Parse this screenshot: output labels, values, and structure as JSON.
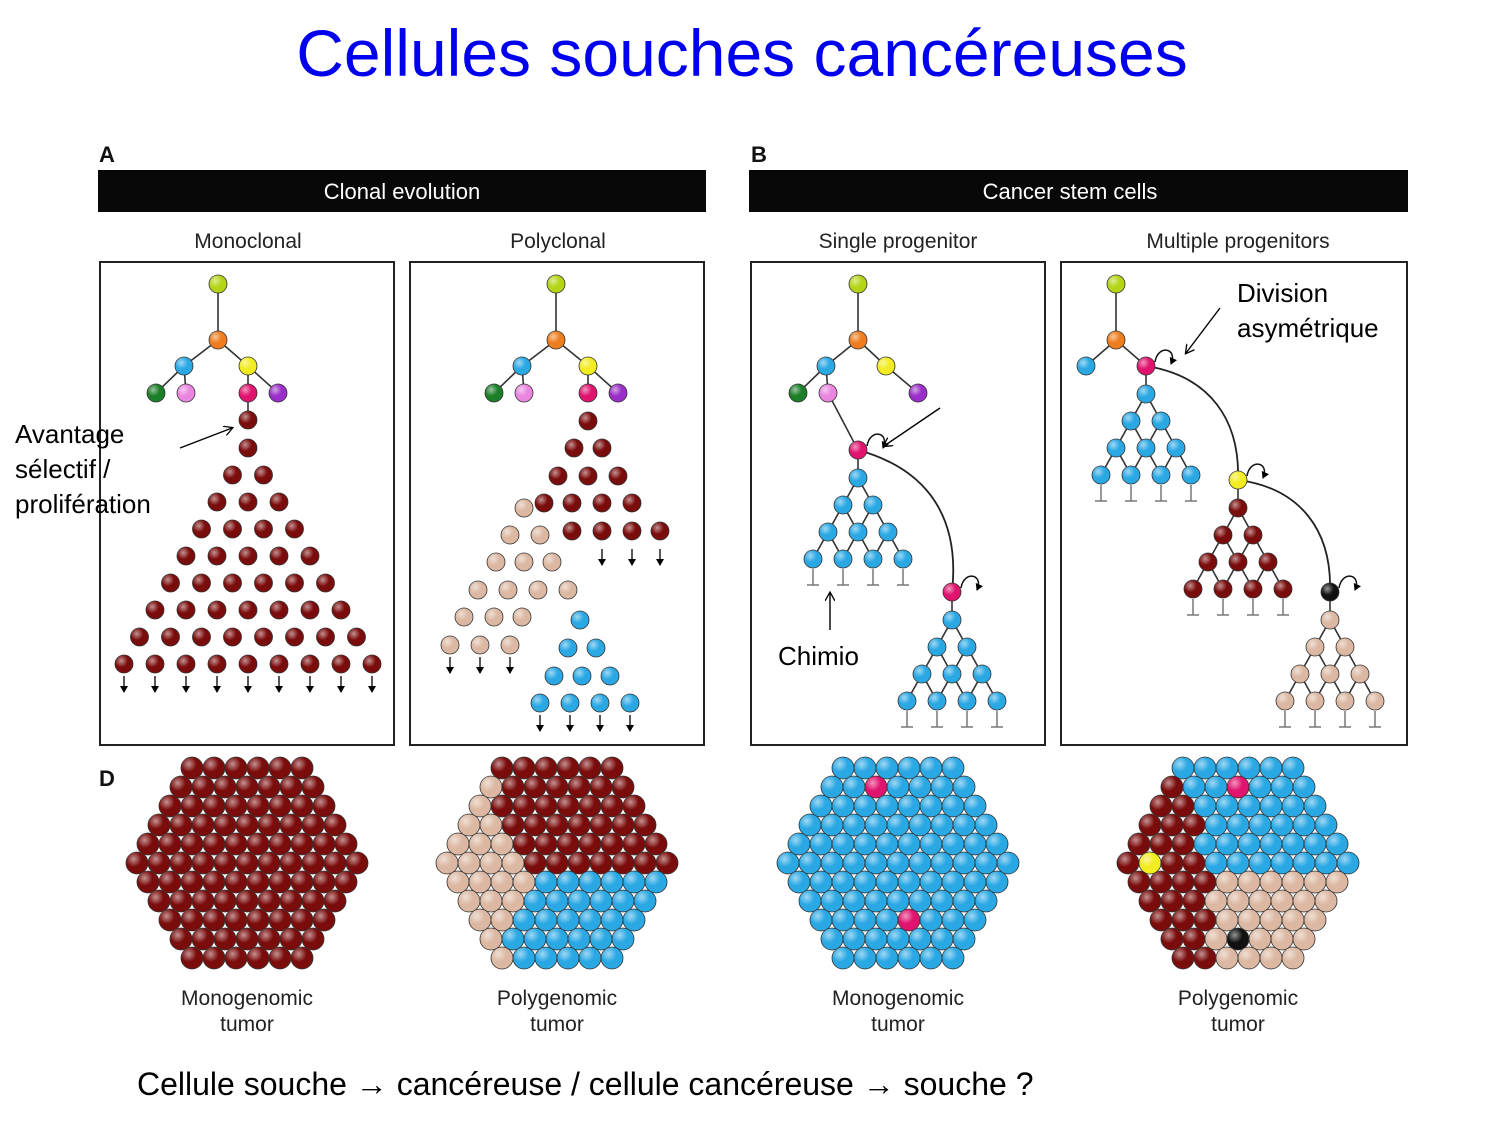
{
  "slide": {
    "title": "Cellules souches cancéreuses",
    "footer": "Cellule souche → cancéreuse / cellule cancéreuse → souche ?"
  },
  "colors": {
    "title": "#0000ee",
    "dark_red": "#7b0c0c",
    "tan": "#dcb8a2",
    "blue": "#2aa8e4",
    "magenta": "#e0136e",
    "lime": "#b4d515",
    "orange": "#ef7d1e",
    "yellow": "#f2ec20",
    "green": "#1b7e28",
    "pink": "#ea86e0",
    "purple": "#9b2ec8",
    "black": "#111111"
  },
  "figure": {
    "panel_a": {
      "letter": "A",
      "header": "Clonal evolution",
      "columns": [
        "Monoclonal",
        "Polyclonal"
      ]
    },
    "panel_b": {
      "letter": "B",
      "header": "Cancer stem cells",
      "columns": [
        "Single progenitor",
        "Multiple progenitors"
      ]
    },
    "panel_d": {
      "letter": "D",
      "tumors": [
        {
          "line1": "Monogenomic",
          "line2": "tumor"
        },
        {
          "line1": "Polygenomic",
          "line2": "tumor"
        },
        {
          "line1": "Monogenomic",
          "line2": "tumor"
        },
        {
          "line1": "Polygenomic",
          "line2": "tumor"
        }
      ]
    }
  },
  "annotations": {
    "advantage": [
      "Avantage",
      "sélectif /",
      "prolifération"
    ],
    "asymmetric": [
      "Division",
      "asymétrique"
    ],
    "chemo": "Chimio"
  }
}
